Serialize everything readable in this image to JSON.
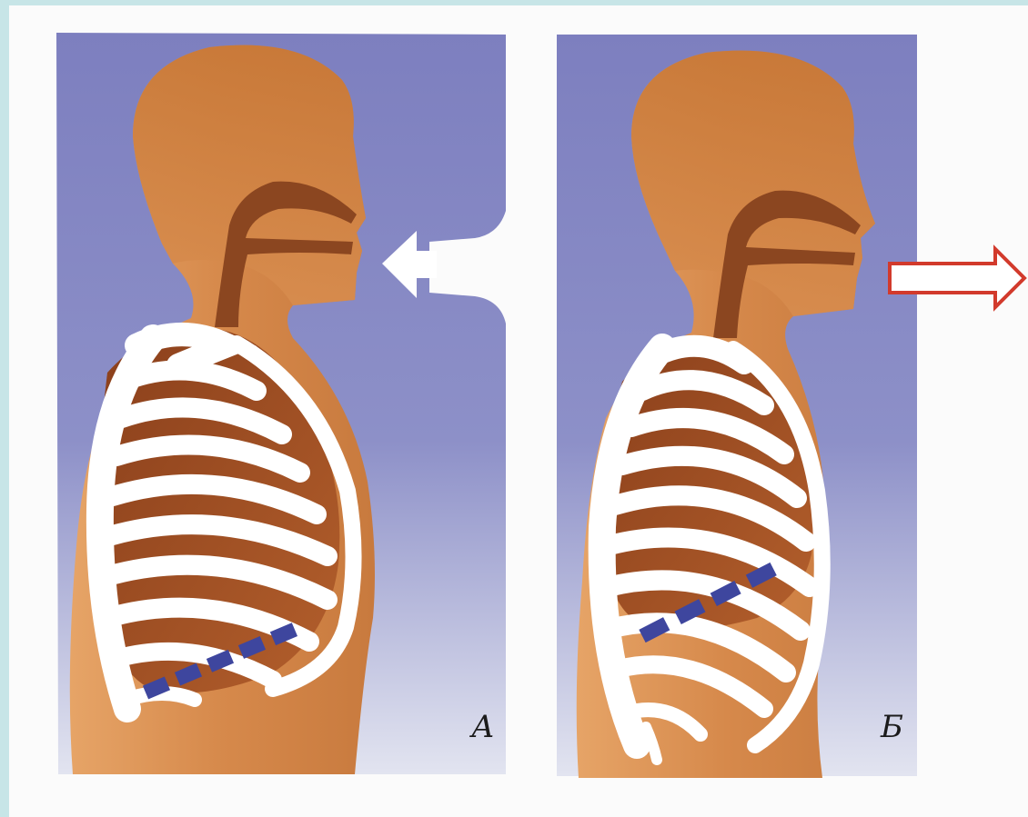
{
  "panels": [
    {
      "label": "А",
      "phase": "inhalation",
      "arrow": "incoming"
    },
    {
      "label": "Б",
      "phase": "exhalation",
      "arrow": "outgoing"
    }
  ],
  "colors": {
    "frame": "#c7e5e7",
    "background_top": "#7f80bf",
    "background_bottom": "#dfe1ee",
    "body": "#d88a4c",
    "body_dark": "#a25a2c",
    "airway": "#7e3d1c",
    "ribs": "#ffffff",
    "diaphragm": "#4048a0",
    "arrow_out": "#d23a2c"
  }
}
